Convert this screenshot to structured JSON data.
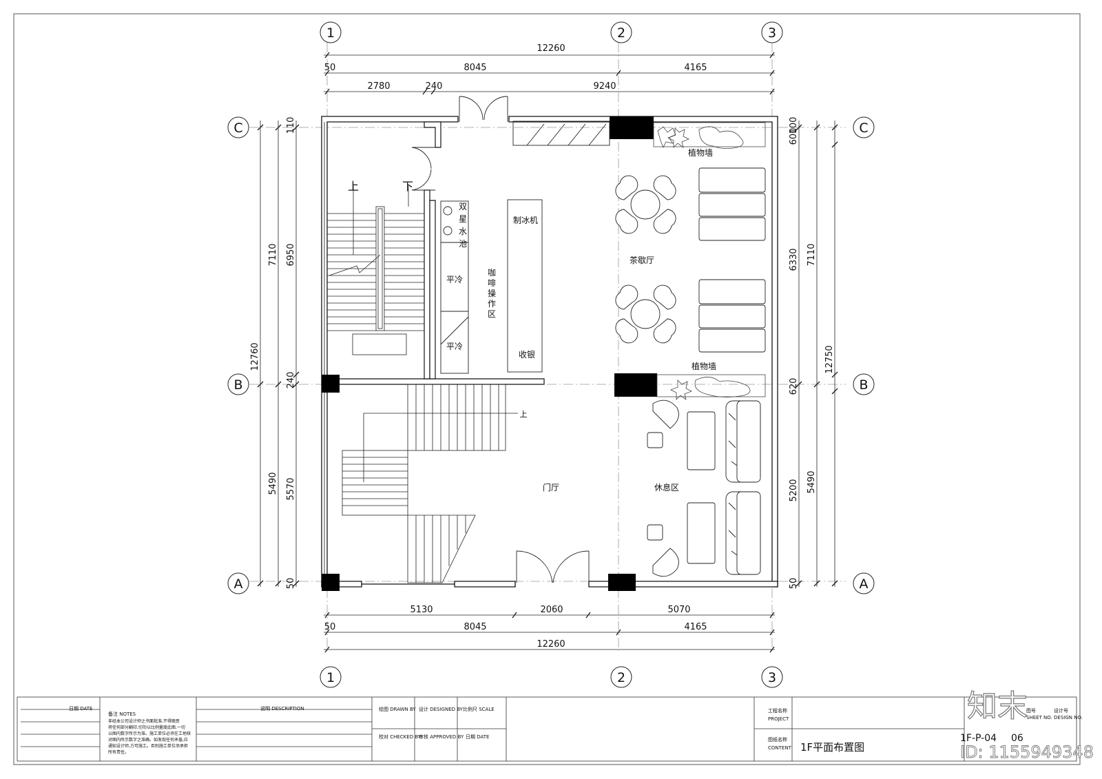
{
  "grid": {
    "cols": [
      "1",
      "2",
      "3"
    ],
    "rows": [
      "C",
      "B",
      "A"
    ]
  },
  "dims": {
    "top_total": "12260",
    "top_mid_left": "8045",
    "top_mid_right": "4165",
    "top_offset": "50",
    "top_inner": [
      "2780",
      "240",
      "9240"
    ],
    "bottom_segments": [
      "5130",
      "2060",
      "5070"
    ],
    "bottom_mid_left": "8045",
    "bottom_mid_right": "4165",
    "bottom_offset": "50",
    "bottom_total": "12260",
    "left_total": "12760",
    "left_outer": [
      "7110",
      "5490"
    ],
    "left_inner": [
      "110",
      "6950",
      "240",
      "5570",
      "50"
    ],
    "right_total": "12750",
    "right_outer": [
      "7110",
      "5490"
    ],
    "right_inner": [
      "100",
      "600",
      "6330",
      "620",
      "5200",
      "50"
    ]
  },
  "rooms": {
    "stair_up": "上",
    "stair_down": "下",
    "sink": [
      "双",
      "星",
      "水",
      "池"
    ],
    "ice_machine": "制冰机",
    "cooler1": "平冷",
    "cooler2": "平冷",
    "coffee": [
      "咖",
      "啡",
      "操",
      "作",
      "区"
    ],
    "cashier": "收银",
    "tea_hall": "茶歇厅",
    "plant_wall_top": "植物墙",
    "plant_wall_mid": "植物墙",
    "lobby": "门厅",
    "rest_area": "休息区",
    "lower_stair_up": "上"
  },
  "titleblock": {
    "date_label": "日期 DATE",
    "notes_label": "备注      NOTES",
    "notes_lines": [
      "非经本公司设计师之书面批准,不得随意",
      "将任何部分翻印,切勿以比例量度此图,一切",
      "以图内数字所示为准。施工单位必须在工地核",
      "对图内所示数字之准确。如发现任何矛盾,应",
      "通知设计师,方可施工。否则施工单位须承担",
      "所有责任。"
    ],
    "description_label": "说明      DESCRIPTION",
    "drawn_by": "绘图  DRAWN BY",
    "designed_by": "设计 DESIGNED BY",
    "scale": "比例尺  SCALE",
    "checked_by": "校对  CHECKED BY",
    "approved_by": "审核  APPROVED BY",
    "date2": "日期      DATE",
    "project_label": "工程名称",
    "project_en": "PROJECT",
    "content_label": "图纸名称",
    "content_en": "CONTENT",
    "drawing_title": "1F平面布置图",
    "sheet_label": "图号",
    "sheet_en": "SHEET NO.",
    "design_label": "设计号",
    "design_en": "DESIGN NO.",
    "sheet_no": "1F-P-04",
    "design_no": "06"
  },
  "watermark": {
    "logo": "知末",
    "id": "ID: 1155949348"
  }
}
